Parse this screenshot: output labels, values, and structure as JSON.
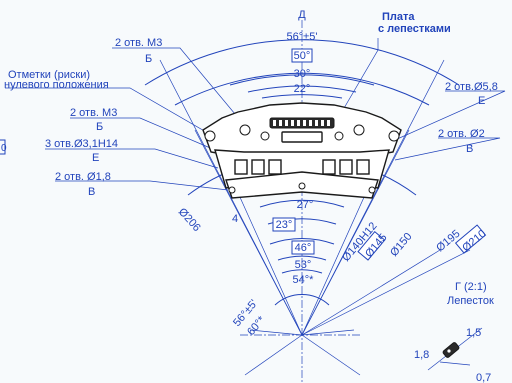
{
  "labels": {
    "view_d": "Д",
    "plate": "Плата\nс лепестками",
    "holes_m3_b_top": "2 отв. М3",
    "holes_m3_b_top_sub": "Б",
    "zero_marks": "Отметки  (риски)\nнулевого положения",
    "holes_m3_b_left": "2 отв. М3",
    "holes_m3_b_left_sub": "Б",
    "holes_3_1": "3 отв.Ø3,1H14",
    "holes_3_1_sub": "Е",
    "holes_1_8": "2 отв. Ø1,8",
    "holes_1_8_sub": "В",
    "holes_5_8": "2 отв.Ø5,8",
    "holes_5_8_sub": "Е",
    "holes_2": "2 отв. Ø2",
    "holes_2_sub": "В",
    "detail_g": "Г  (2:1)",
    "petal": "Лепесток",
    "edge_mark": "0"
  },
  "dimensions": {
    "angle_56": "56°±5'",
    "angle_50": "50°",
    "angle_30": "30°",
    "angle_22": "22°",
    "angle_27": "27°",
    "angle_23": "23°",
    "angle_46": "46°",
    "angle_53": "53°",
    "angle_54": "54°*",
    "angle_56b": "56°±5'",
    "angle_60": "60°*",
    "dia_206": "Ø206",
    "dia_140": "Ø140H12",
    "dia_145": "Ø145",
    "dia_150": "Ø150",
    "dia_195": "Ø195",
    "dia_210": "Ø210",
    "detail_1_5": "1,5",
    "detail_1_8": "1,8",
    "detail_0_7": "0,7",
    "dim_4": "4"
  },
  "colors": {
    "annotation": "#2244bb",
    "part": "#1a1a1a",
    "background": "#f7fafc"
  }
}
